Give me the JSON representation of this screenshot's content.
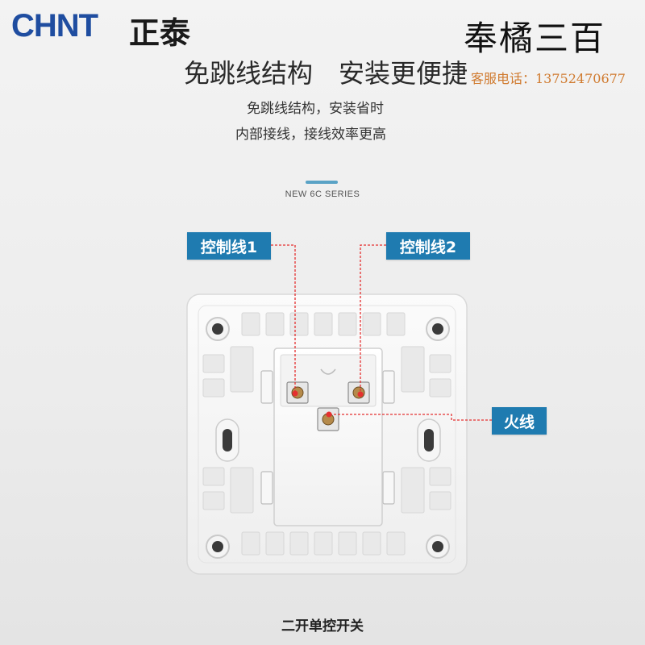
{
  "brand": {
    "logo": "CHNT",
    "name_cn": "正泰"
  },
  "store": {
    "name": "奉橘三百",
    "phone": "客服电话：13752470677"
  },
  "headline": "免跳线结构　安装更便捷",
  "description": [
    "免跳线结构，安装省时",
    "内部接线，接线效率更高"
  ],
  "series": "NEW 6C SERIES",
  "labels": {
    "control_1": "控制线1",
    "control_2": "控制线2",
    "live": "火线"
  },
  "caption": "二开单控开关",
  "colors": {
    "label_bg": "#1f7bb0",
    "pointer_red": "#e53030",
    "accent": "#5aa3c6",
    "brand_blue": "#1f4da0"
  }
}
